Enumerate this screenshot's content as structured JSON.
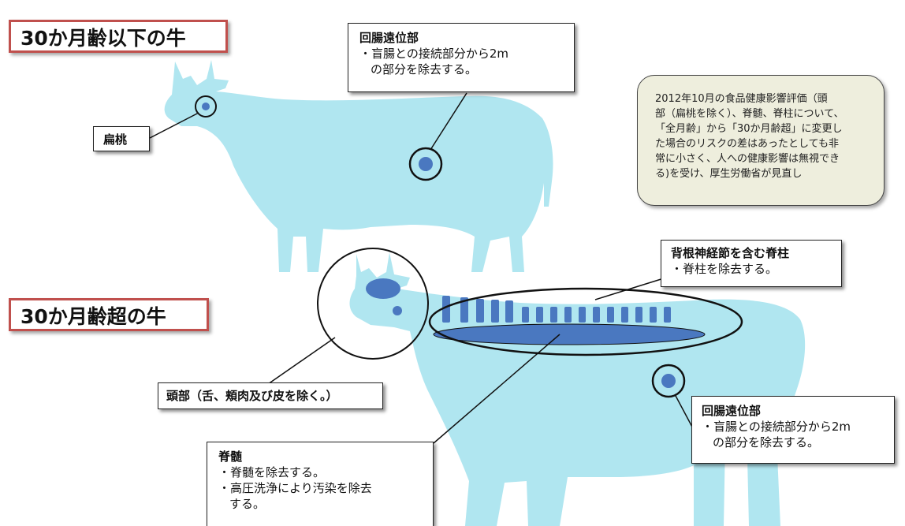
{
  "titles": {
    "under30": "30か月齢以下の牛",
    "over30": "30か月齢超の牛"
  },
  "labels": {
    "tonsil": "扁桃",
    "ileum_top": {
      "head": "回腸遠位部",
      "line1": "・盲腸との接続部分から2m",
      "line2": "の部分を除去する。"
    },
    "vertebral": {
      "head": "背根神経節を含む脊柱",
      "line1": "・脊柱を除去する。"
    },
    "head_part": "頭部（舌、頬肉及び皮を除く。）",
    "ileum_bottom": {
      "head": "回腸遠位部",
      "line1": "・盲腸との接続部分から2m",
      "line2": "の部分を除去する。"
    },
    "spinal_cord": {
      "head": "脊髄",
      "line1": "・脊髄を除去する。",
      "line2": "・高圧洗浄により汚染を除去",
      "line3": "する。"
    }
  },
  "note": {
    "lines": [
      "2012年10月の食品健康影響評価（頭",
      "部（扁桃を除く）、脊髄、脊柱について、",
      "「全月齢」から「30か月齢超」に変更し",
      "た場合のリスクの差はあったとしても非",
      "常に小さく、人への健康影響は無視でき",
      "る)を受け、厚生労働省が見直し"
    ]
  },
  "colors": {
    "cow": "#b0e6f0",
    "part_fill": "#4a78c0",
    "title_border": "#c0504d",
    "note_bg": "#eeeedd"
  },
  "icons": [
    "cow-silhouette-icon",
    "cow-silhouette-icon"
  ]
}
